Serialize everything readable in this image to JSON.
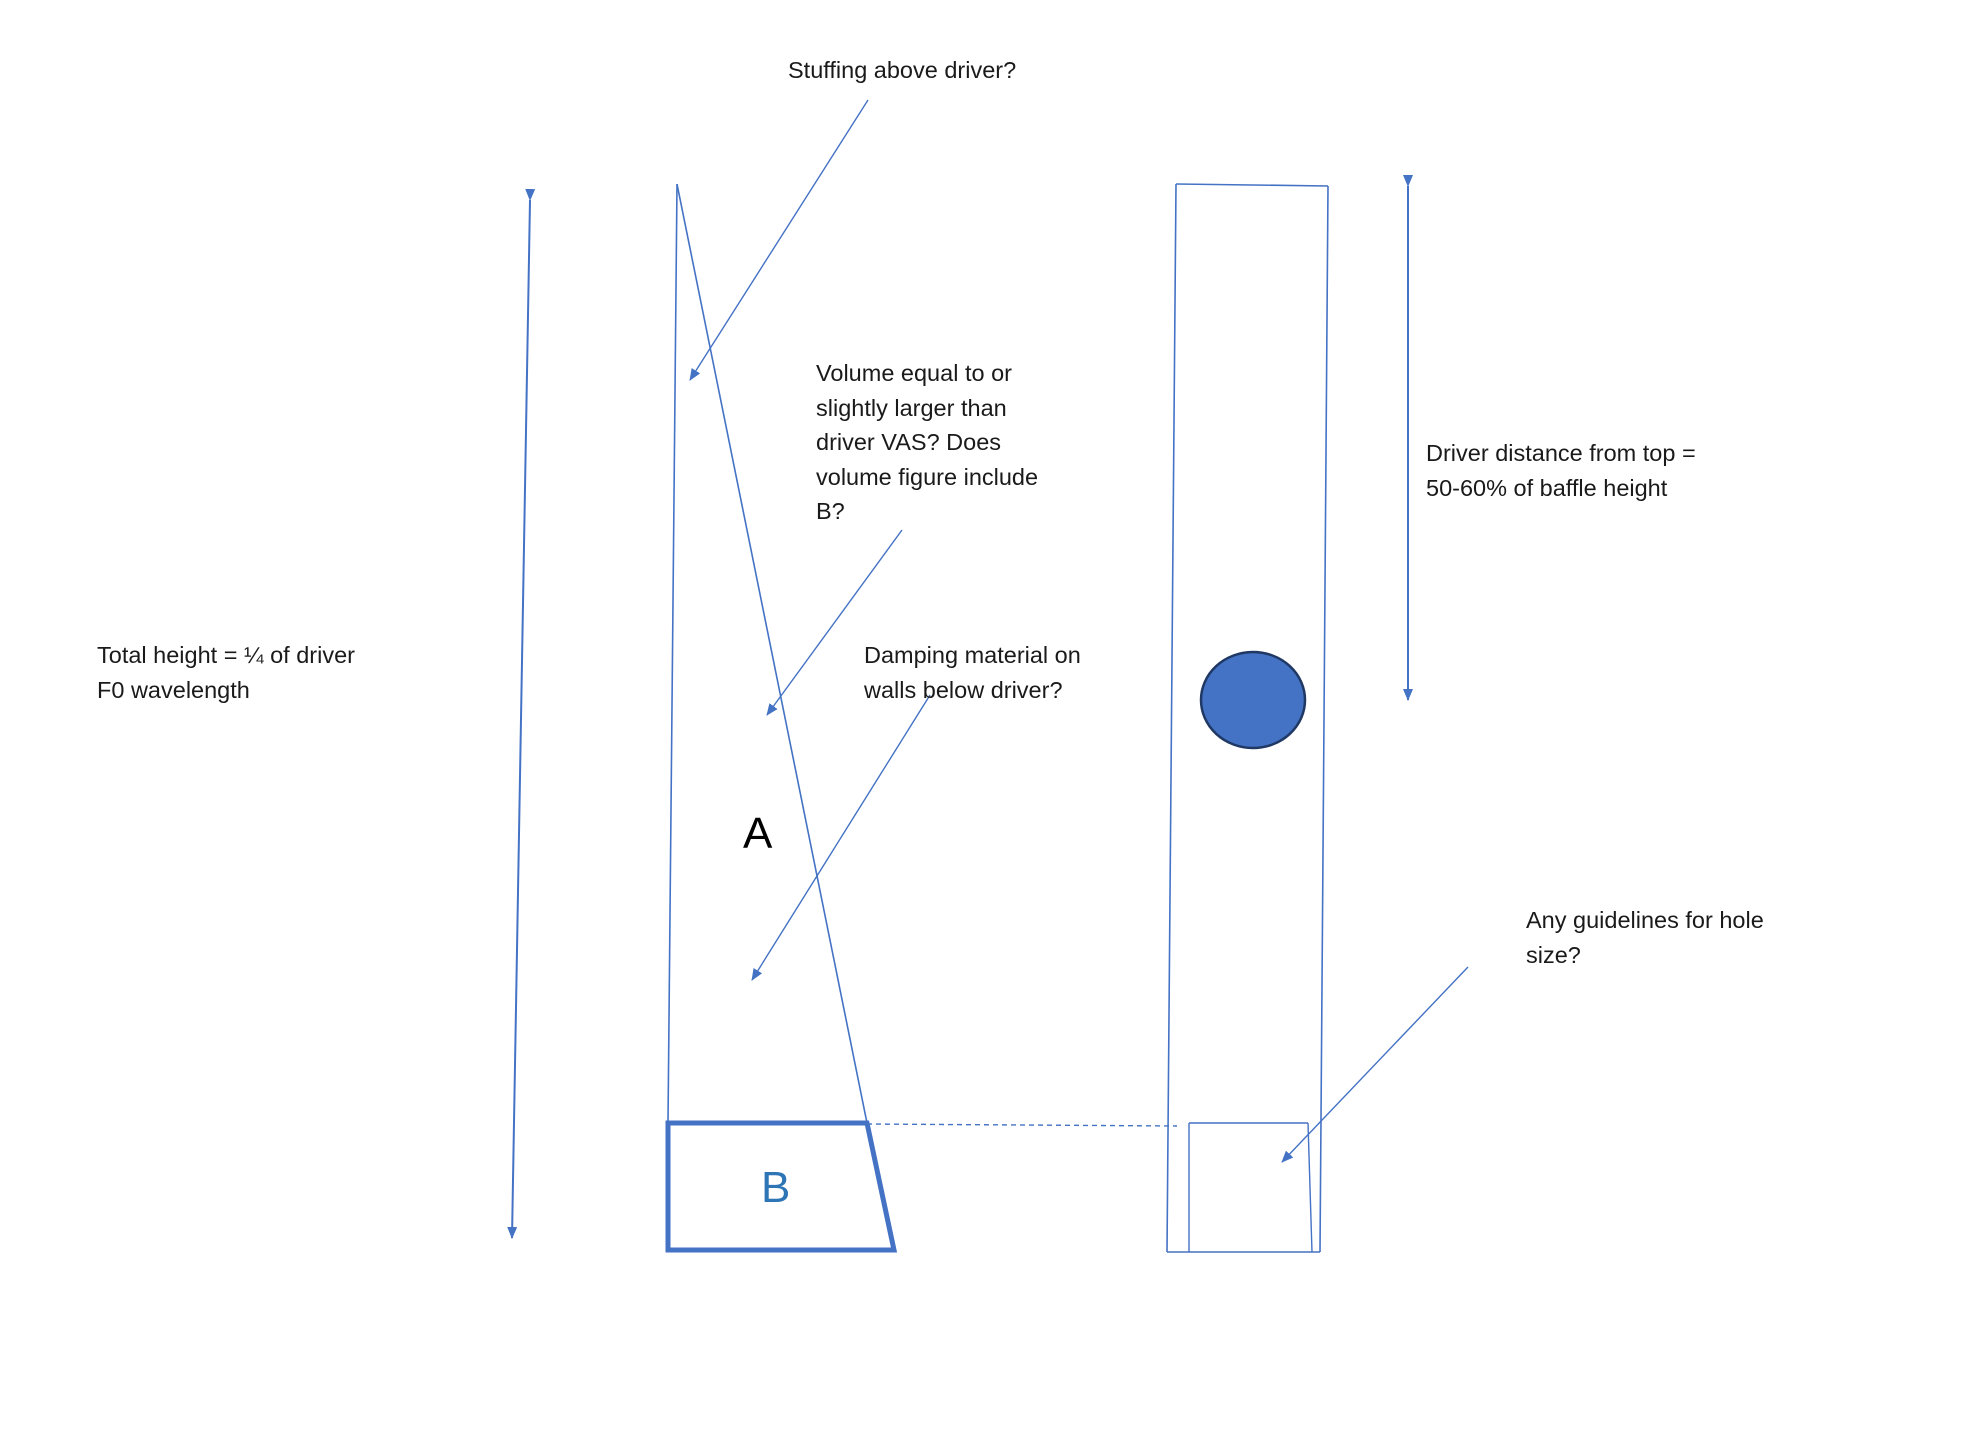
{
  "annotations": {
    "stuffing": "Stuffing above driver?",
    "volume": "Volume equal to or\nslightly larger than\ndriver VAS? Does\nvolume figure include\nB?",
    "damping": "Damping material on\nwalls below driver?",
    "total_height": "Total height = ¼ of driver\nF0 wavelength",
    "driver_distance": "Driver distance from top =\n50-60% of baffle height",
    "hole_size": "Any guidelines for hole\nsize?"
  },
  "labels": {
    "a": "A",
    "b": "B"
  },
  "colors": {
    "line": "#4472c4",
    "driver": "#4472c4",
    "driver_outline": "#1f3864",
    "text": "#1a1a1a",
    "label_b": "#2e75b6"
  }
}
